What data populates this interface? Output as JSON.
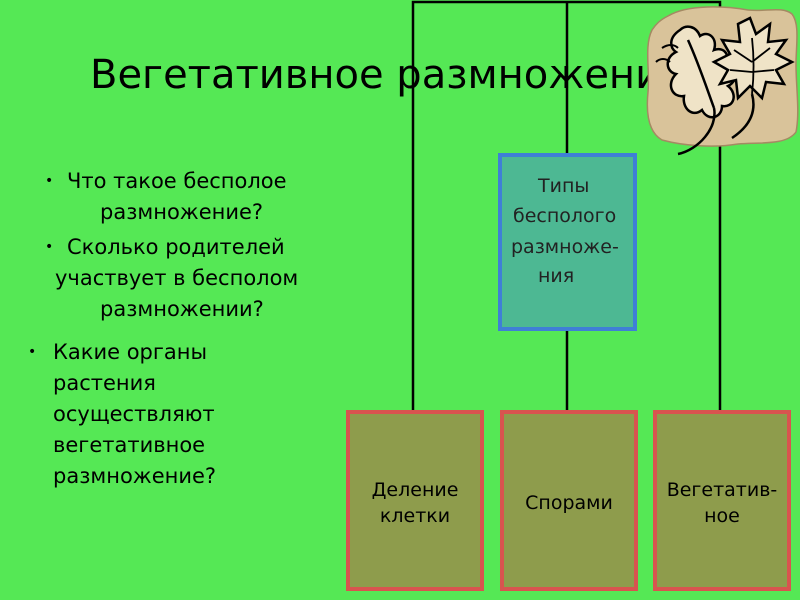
{
  "title": "Вегетативное размножение",
  "questions": [
    {
      "lines": [
        "Что такое бесполое",
        "размножение?"
      ]
    },
    {
      "lines": [
        "Сколько родителей",
        "участвует в бесполом",
        "размножении?"
      ]
    },
    {
      "lines": [
        "Какие органы",
        "растения",
        "осуществляют",
        "вегетативное",
        "размножение?"
      ]
    }
  ],
  "bullet_glyph": "•",
  "diagram": {
    "root_lines": [
      "Типы",
      "бесполого",
      "размноже-",
      "ния"
    ],
    "types": [
      {
        "lines": [
          "Деление",
          "клетки"
        ]
      },
      {
        "lines": [
          "Спорами"
        ]
      },
      {
        "lines": [
          "Вегетатив-",
          "ное"
        ]
      }
    ]
  },
  "colors": {
    "background": "#55e855",
    "root_fill": "#4db893",
    "root_border": "#3f7fd6",
    "type_fill": "#8e9c4c",
    "type_border": "#d8544f",
    "art_background": "#d9c39a"
  },
  "icons": [
    "oak-leaf-icon",
    "maple-leaf-icon"
  ]
}
